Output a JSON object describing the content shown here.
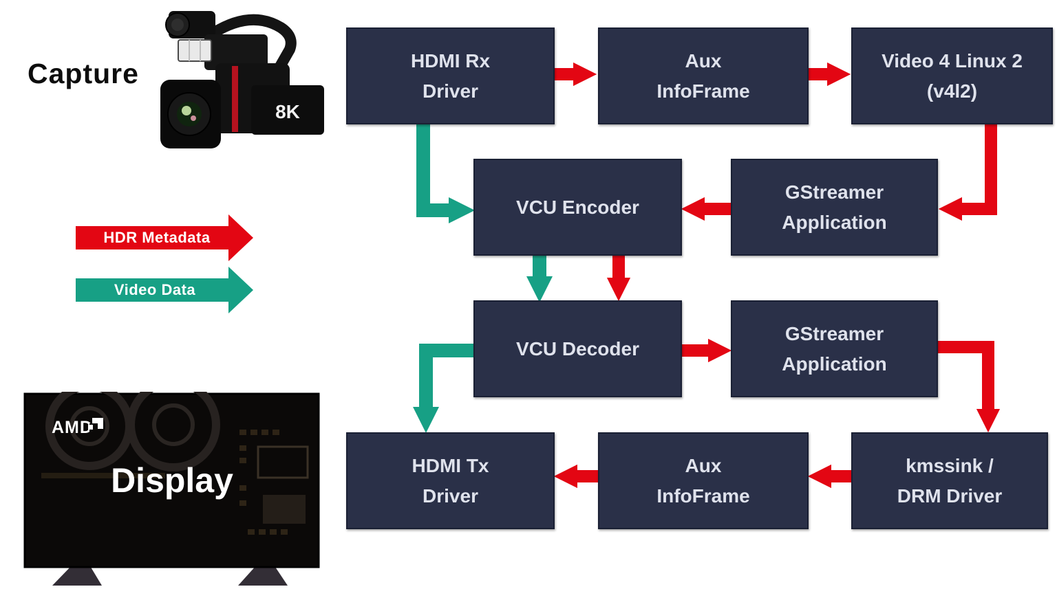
{
  "capture": {
    "label": "Capture"
  },
  "camera": {
    "badge": "8K"
  },
  "display": {
    "brand": "AMD",
    "label": "Display"
  },
  "legend": {
    "hdr_label": "HDR Metadata",
    "video_label": "Video Data"
  },
  "colors": {
    "hdr_red": "#e30613",
    "video_teal": "#17a085",
    "box_fill": "#2a3048",
    "box_text": "#dfe2ec"
  },
  "nodes": {
    "hdmi_rx": {
      "line1": "HDMI Rx",
      "line2": "Driver"
    },
    "aux_top": {
      "line1": "Aux",
      "line2": "InfoFrame"
    },
    "v4l2": {
      "line1": "Video 4 Linux 2",
      "line2": "(v4l2)"
    },
    "vcu_encoder": {
      "line1": "VCU Encoder"
    },
    "gst_top": {
      "line1": "GStreamer",
      "line2": "Application"
    },
    "vcu_decoder": {
      "line1": "VCU Decoder"
    },
    "gst_bottom": {
      "line1": "GStreamer",
      "line2": "Application"
    },
    "hdmi_tx": {
      "line1": "HDMI Tx",
      "line2": "Driver"
    },
    "aux_bottom": {
      "line1": "Aux",
      "line2": "InfoFrame"
    },
    "kmssink": {
      "line1": "kmssink /",
      "line2": "DRM Driver"
    }
  },
  "edges": [
    {
      "from": "HDMI Rx Driver",
      "to": "Aux InfoFrame",
      "signal": "HDR Metadata"
    },
    {
      "from": "Aux InfoFrame",
      "to": "Video 4 Linux 2 (v4l2)",
      "signal": "HDR Metadata"
    },
    {
      "from": "Video 4 Linux 2 (v4l2)",
      "to": "GStreamer Application",
      "signal": "HDR Metadata"
    },
    {
      "from": "GStreamer Application",
      "to": "VCU Encoder",
      "signal": "HDR Metadata"
    },
    {
      "from": "HDMI Rx Driver",
      "to": "VCU Encoder",
      "signal": "Video Data"
    },
    {
      "from": "VCU Encoder",
      "to": "VCU Decoder",
      "signal": "Video Data"
    },
    {
      "from": "VCU Encoder",
      "to": "VCU Decoder",
      "signal": "HDR Metadata"
    },
    {
      "from": "VCU Decoder",
      "to": "GStreamer Application",
      "signal": "HDR Metadata"
    },
    {
      "from": "VCU Decoder",
      "to": "HDMI Tx Driver",
      "signal": "Video Data"
    },
    {
      "from": "GStreamer Application",
      "to": "kmssink / DRM Driver",
      "signal": "HDR Metadata"
    },
    {
      "from": "kmssink / DRM Driver",
      "to": "Aux InfoFrame",
      "signal": "HDR Metadata"
    },
    {
      "from": "Aux InfoFrame",
      "to": "HDMI Tx Driver",
      "signal": "HDR Metadata"
    }
  ]
}
